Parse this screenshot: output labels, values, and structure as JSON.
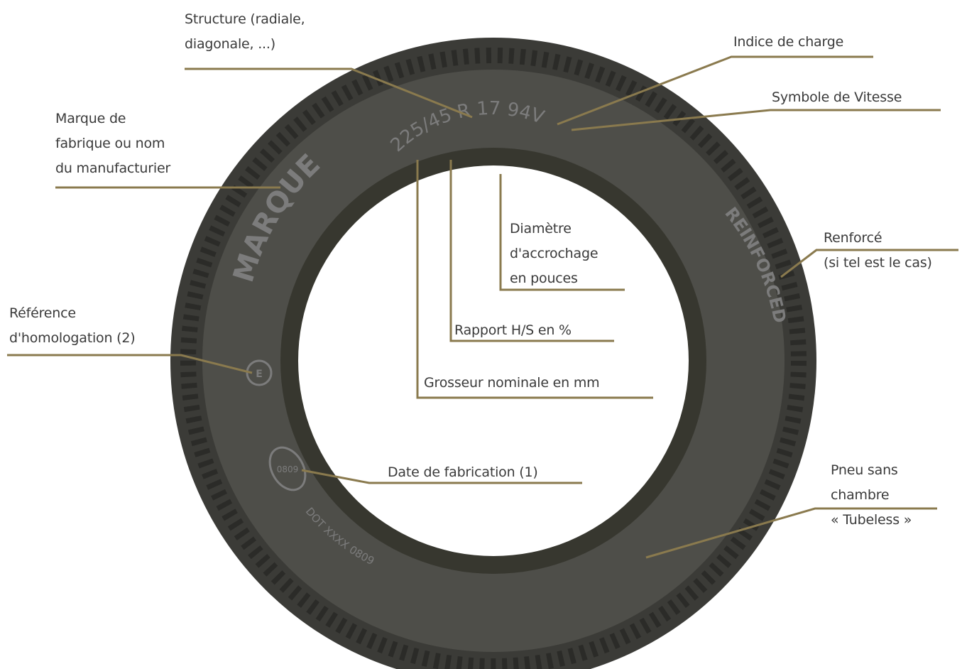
{
  "tire": {
    "size_code": "225/45 R 17 94V",
    "brand_text": "MARQUE",
    "reinforced_text": "REINFORCED",
    "dot_text": "DOT XXXX 0809",
    "date_code": "0809",
    "colors": {
      "tread": "#3b3b37",
      "sidewall": "#50504b",
      "bead": "#36362f",
      "leader": "#8a7a4e",
      "text": "#7c7c7c"
    }
  },
  "labels": {
    "structure": "Structure (radiale,\ndiagonale, ...)",
    "load_index": "Indice de charge",
    "speed_symbol": "Symbole de Vitesse",
    "brand": "Marque de\nfabrique ou nom\ndu manufacturier",
    "rim_diameter": "Diamètre\nd'accrochage\nen pouces",
    "reinforced": "Renforcé\n(si tel est le cas)",
    "aspect_ratio": "Rapport H/S en %",
    "homologation": "Référence\nd'homologation (2)",
    "nominal_width": "Grosseur nominale en mm",
    "manufacture_date": "Date de fabrication (1)",
    "tubeless": "Pneu sans\nchambre\n« Tubeless »"
  }
}
